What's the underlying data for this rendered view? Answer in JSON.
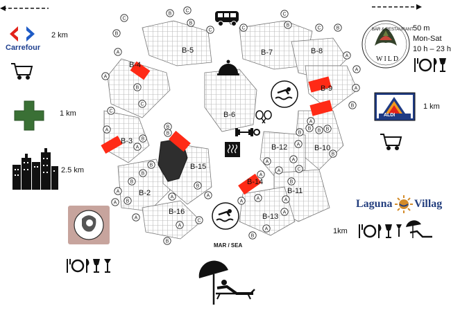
{
  "buildings": [
    {
      "id": "b2",
      "label": "B-2"
    },
    {
      "id": "b3",
      "label": "B-3"
    },
    {
      "id": "b4",
      "label": "B-4"
    },
    {
      "id": "b5",
      "label": "B-5"
    },
    {
      "id": "b6",
      "label": "B-6"
    },
    {
      "id": "b7",
      "label": "B-7"
    },
    {
      "id": "b8",
      "label": "B-8"
    },
    {
      "id": "b9",
      "label": "B-9"
    },
    {
      "id": "b10",
      "label": "B-10"
    },
    {
      "id": "b11",
      "label": "B-11"
    },
    {
      "id": "b12",
      "label": "B-12"
    },
    {
      "id": "b13",
      "label": "B-13"
    },
    {
      "id": "b14",
      "label": "B-14"
    },
    {
      "id": "b15",
      "label": "B-15"
    },
    {
      "id": "b16",
      "label": "B-16"
    }
  ],
  "sea_label": "MAR / SEA",
  "carrefour": {
    "name": "Carrefour",
    "distance": "2 km"
  },
  "pharmacy": {
    "distance": "1 km"
  },
  "city": {
    "distance": "2.5 km"
  },
  "wild": {
    "name": "WILD",
    "tagline": "BAR & RESTAURANT",
    "distance": "50 m",
    "days": "Mon-Sat",
    "hours": "10 h – 23 h"
  },
  "aldi": {
    "name": "ALDI",
    "distance": "1 km"
  },
  "laguna": {
    "name_left": "Laguna",
    "name_right": "Villag",
    "distance": "1km"
  },
  "colors": {
    "highlight": "#ff2a16",
    "pharmacy": "#3a7035",
    "dark_building": "#2e2e2e",
    "laguna_text": "#233e7e",
    "laguna_sun": "#d38b2a"
  }
}
